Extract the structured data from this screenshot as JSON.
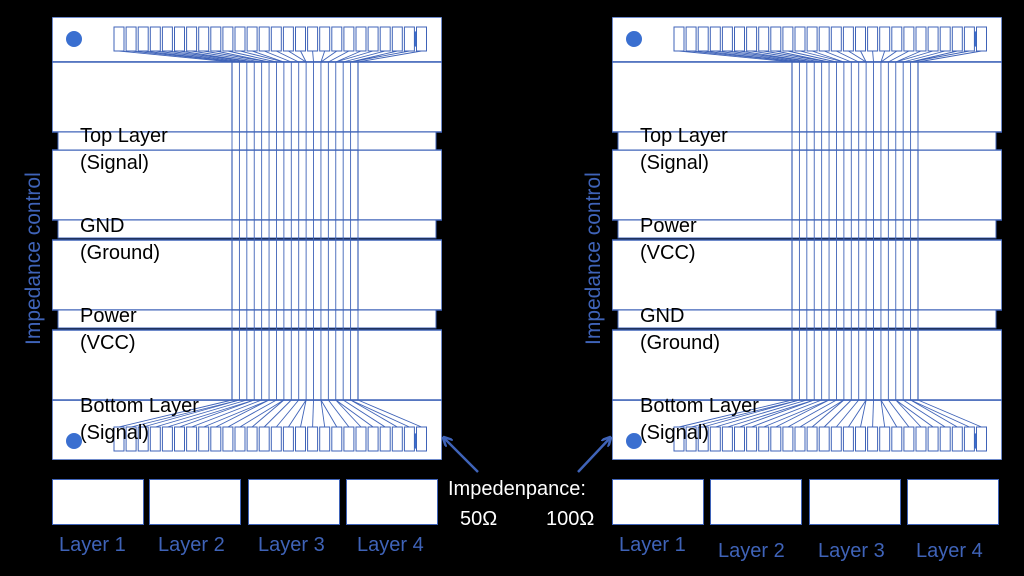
{
  "left_stack": {
    "side_label": "Impedance control",
    "layers": [
      {
        "line1": "Top Layer",
        "line2": "(Signal)"
      },
      {
        "line1": "GND",
        "line2": "(Ground)"
      },
      {
        "line1": "Power",
        "line2": "(VCC)"
      },
      {
        "line1": "Bottom Layer",
        "line2": "(Signal)"
      }
    ],
    "legend": [
      "Layer 1",
      "Layer 2",
      "Layer 3",
      "Layer 4"
    ]
  },
  "right_stack": {
    "side_label": "Impedance control",
    "layers": [
      {
        "line1": "Top Layer",
        "line2": "(Signal)"
      },
      {
        "line1": "Power",
        "line2": "(VCC)"
      },
      {
        "line1": "GND",
        "line2": "(Ground)"
      },
      {
        "line1": "Bottom Layer",
        "line2": "(Signal)"
      }
    ],
    "legend": [
      "Layer 1",
      "Layer 2",
      "Layer 3",
      "Layer 4"
    ]
  },
  "callout": {
    "title": "Impedenpance:",
    "value_left": "50Ω",
    "value_right": "100Ω"
  },
  "colors": {
    "accent": "#3f63b8",
    "board": "#ffffff",
    "background": "#000000"
  }
}
